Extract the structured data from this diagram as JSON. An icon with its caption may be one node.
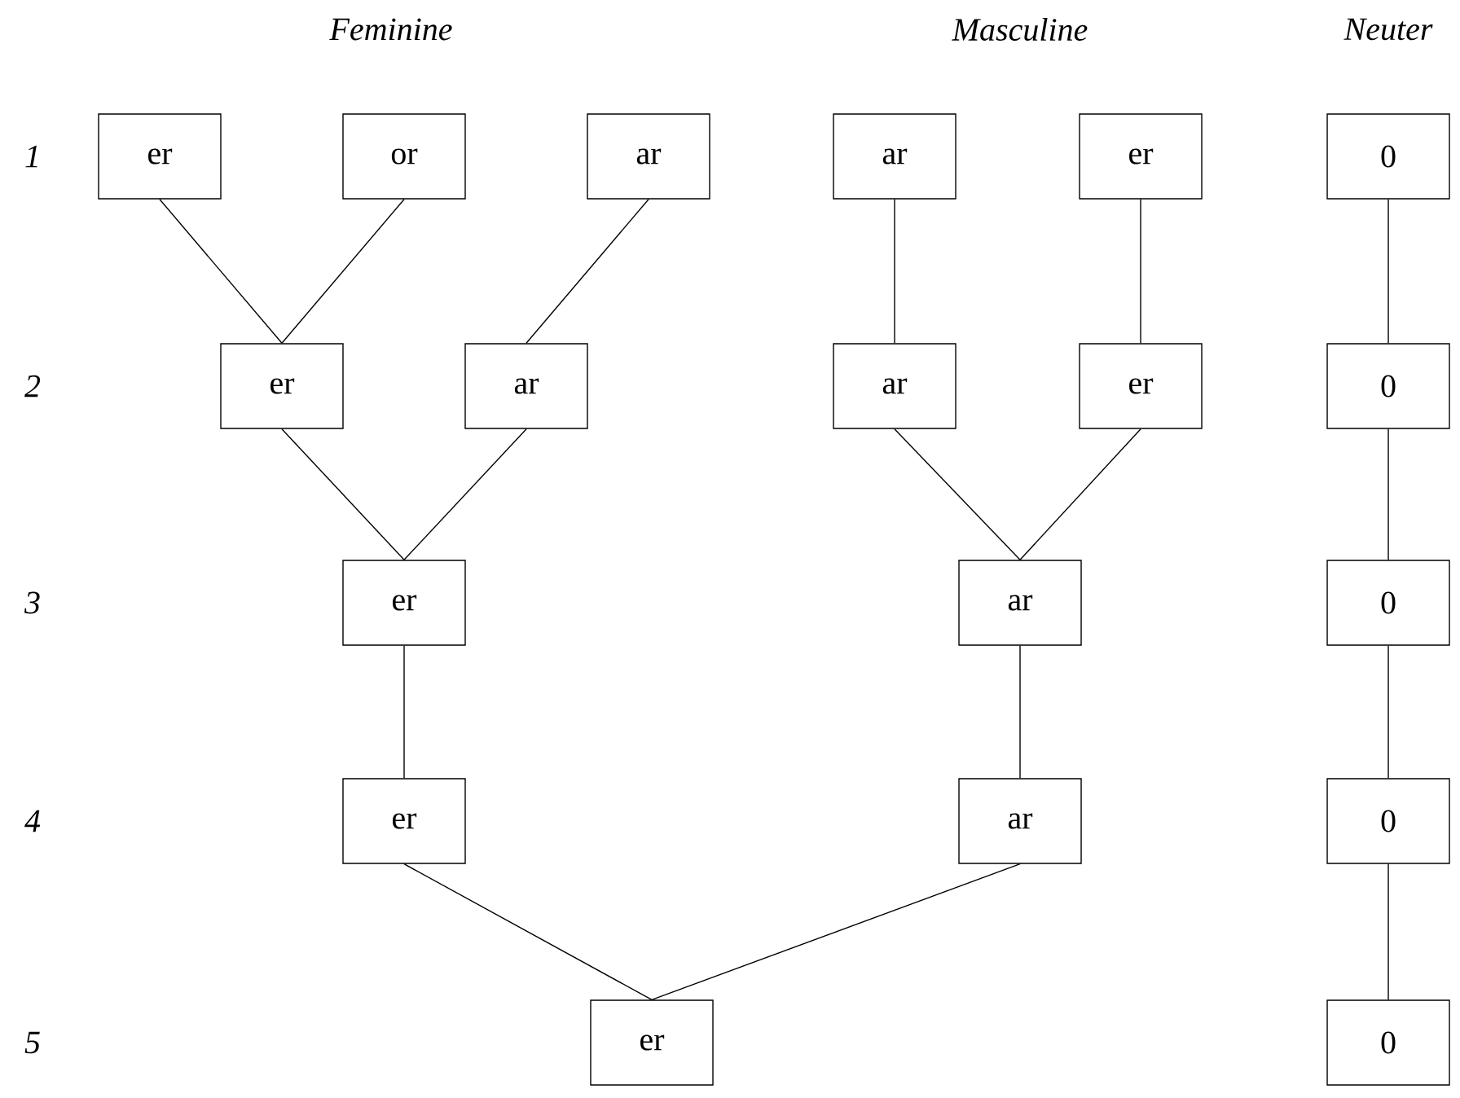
{
  "diagram": {
    "nodes": [
      {
        "text": [
          "er"
        ]
      },
      {
        "text": [
          "or"
        ]
      },
      {
        "text": [
          "ar"
        ]
      },
      {
        "text": [
          "ar"
        ]
      },
      {
        "text": [
          "er"
        ]
      },
      {
        "text": [
          "0"
        ]
      },
      {
        "text": [
          "er"
        ]
      },
      {
        "text": [
          "ar"
        ]
      },
      {
        "text": [
          "ar"
        ]
      },
      {
        "text": [
          "er"
        ]
      },
      {
        "text": [
          "0"
        ]
      },
      {
        "text": [
          "er"
        ]
      },
      {
        "text": [
          "ar"
        ]
      },
      {
        "text": [
          "0"
        ]
      },
      {
        "text": [
          "er"
        ]
      },
      {
        "text": [
          "ar"
        ]
      },
      {
        "text": [
          "0"
        ]
      },
      {
        "text": [
          "er"
        ]
      },
      {
        "text": [
          "0"
        ]
      }
    ],
    "edges": [
      {
        "from": 0,
        "to": 6,
        "arrow": "none"
      },
      {
        "from": 1,
        "to": 6,
        "arrow": "none"
      },
      {
        "from": 2,
        "to": 7,
        "arrow": "none"
      },
      {
        "from": 3,
        "to": 8,
        "arrow": "none"
      },
      {
        "from": 4,
        "to": 9,
        "arrow": "none"
      },
      {
        "from": 5,
        "to": 10,
        "arrow": "none"
      },
      {
        "from": 6,
        "to": 11,
        "arrow": "none"
      },
      {
        "from": 7,
        "to": 11,
        "arrow": "none"
      },
      {
        "from": 8,
        "to": 12,
        "arrow": "none"
      },
      {
        "from": 9,
        "to": 12,
        "arrow": "none"
      },
      {
        "from": 10,
        "to": 13,
        "arrow": "none"
      },
      {
        "from": 11,
        "to": 14,
        "arrow": "none"
      },
      {
        "from": 12,
        "to": 15,
        "arrow": "none"
      },
      {
        "from": 13,
        "to": 16,
        "arrow": "none"
      },
      {
        "from": 14,
        "to": 17,
        "arrow": "none"
      },
      {
        "from": 15,
        "to": 17,
        "arrow": "none"
      },
      {
        "from": 16,
        "to": 18,
        "arrow": "none"
      }
    ],
    "labels": [
      "Feminine",
      "Masculine",
      "Neuter",
      "1",
      "2",
      "3",
      "4",
      "5"
    ]
  }
}
